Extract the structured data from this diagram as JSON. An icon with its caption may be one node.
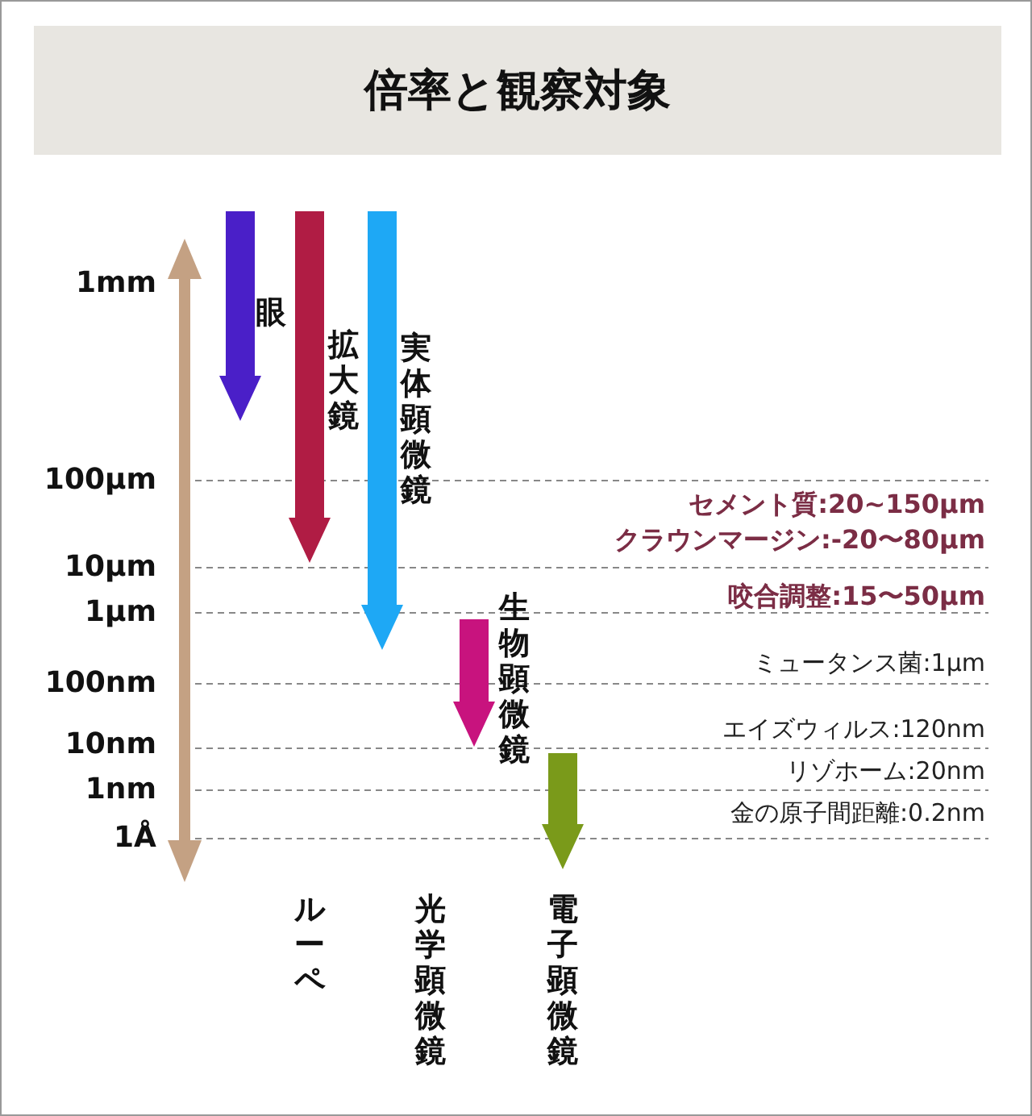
{
  "diagram": {
    "title": "倍率と観察対象",
    "nodes": [
      {
        "text": [
          "眼"
        ]
      },
      {
        "text": [
          "拡大鏡"
        ]
      },
      {
        "text": [
          "実体顕微鏡"
        ]
      },
      {
        "text": [
          "生物顕微鏡"
        ]
      },
      {
        "text": [],
        "shape": "arrow"
      }
    ],
    "edges": [],
    "labels": [
      "1mm",
      "100μm",
      "10μm",
      "1μm",
      "100nm",
      "10nm",
      "1nm",
      "1Å",
      "セメント質:20~150μm",
      "クラウンマージン:-20〜80μm",
      "咬合調整:15〜50μm",
      "ミュータンス菌:1μm",
      "エイズウィルス:120nm",
      "リゾホーム:20nm",
      "金の原子間距離:0.2nm",
      "ルーペ",
      "光学顕微鏡",
      "電子顕微鏡"
    ]
  }
}
